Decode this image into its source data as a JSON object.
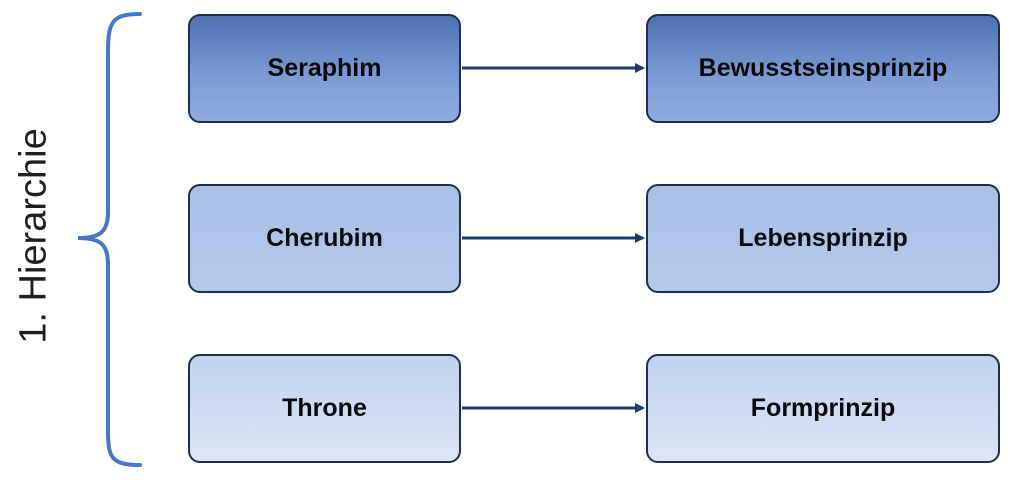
{
  "side_label": "1. Hierarchie",
  "rows": [
    {
      "left": "Seraphim",
      "right": "Bewusstseinsprinzip"
    },
    {
      "left": "Cherubim",
      "right": "Lebensprinzip"
    },
    {
      "left": "Throne",
      "right": "Formprinzip"
    }
  ],
  "colors": {
    "brace": "#4a76c5",
    "arrow": "#1f3a66",
    "border": "#1f2f4a"
  }
}
